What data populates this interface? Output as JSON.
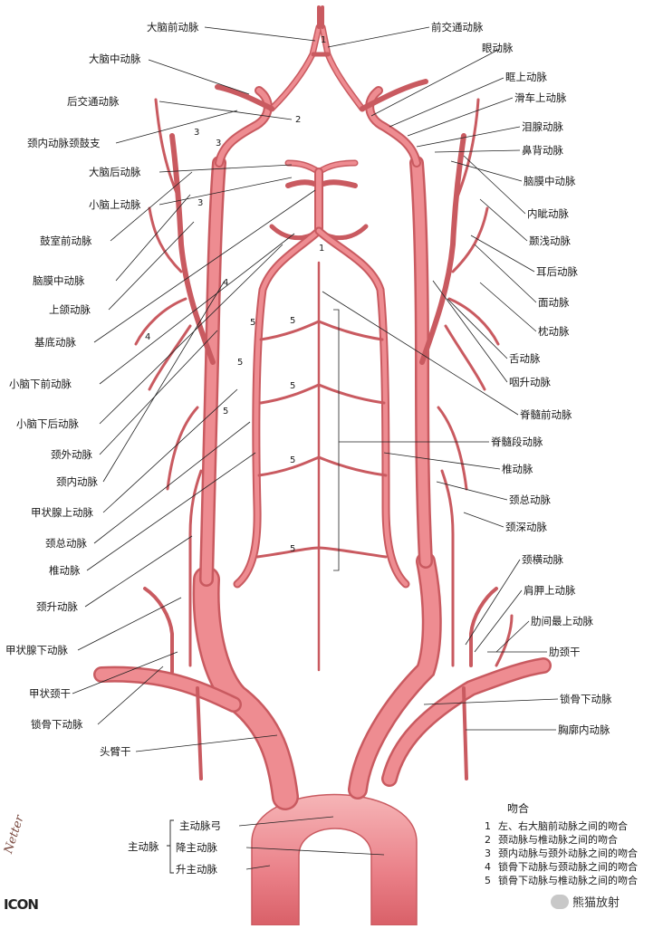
{
  "colors": {
    "artery_fill": "#e97a7f",
    "artery_dark": "#c95a60",
    "artery_light": "#f4a2a5",
    "leader": "#222222",
    "background": "#ffffff"
  },
  "labels_top": {
    "left": "大脑前动脉",
    "right": "前交通动脉"
  },
  "labels_left": [
    "大脑中动脉",
    "后交通动脉",
    "颈内动脉颈鼓支",
    "大脑后动脉",
    "小脑上动脉",
    "鼓室前动脉",
    "脑膜中动脉",
    "上颌动脉",
    "基底动脉",
    "小脑下前动脉",
    "小脑下后动脉",
    "颈外动脉",
    "颈内动脉",
    "甲状腺上动脉",
    "颈总动脉",
    "椎动脉",
    "颈升动脉",
    "甲状腺下动脉",
    "甲状颈干",
    "锁骨下动脉",
    "头臂干"
  ],
  "labels_right": [
    "眼动脉",
    "眶上动脉",
    "滑车上动脉",
    "泪腺动脉",
    "鼻背动脉",
    "脑膜中动脉",
    "内眦动脉",
    "颞浅动脉",
    "耳后动脉",
    "面动脉",
    "枕动脉",
    "舌动脉",
    "咽升动脉",
    "脊髓前动脉",
    "脊髓段动脉",
    "椎动脉",
    "颈总动脉",
    "颈深动脉",
    "颈横动脉",
    "肩胛上动脉",
    "肋间最上动脉",
    "肋颈干",
    "锁骨下动脉",
    "胸廓内动脉"
  ],
  "aorta": {
    "group_label": "主动脉",
    "parts": [
      "主动脉弓",
      "降主动脉",
      "升主动脉"
    ]
  },
  "anastomosis_numbers": [
    "1",
    "2",
    "3",
    "4",
    "5"
  ],
  "legend": {
    "title": "吻合",
    "items": [
      {
        "num": "1",
        "text": "左、右大脑前动脉之间的吻合"
      },
      {
        "num": "2",
        "text": "颈动脉与椎动脉之间的吻合"
      },
      {
        "num": "3",
        "text": "颈内动脉与颈外动脉之间的吻合"
      },
      {
        "num": "4",
        "text": "锁骨下动脉与颈动脉之间的吻合"
      },
      {
        "num": "5",
        "text": "锁骨下动脉与椎动脉之间的吻合"
      }
    ]
  },
  "signature": "Netter",
  "logo": "ICON",
  "watermark": "熊猫放射"
}
